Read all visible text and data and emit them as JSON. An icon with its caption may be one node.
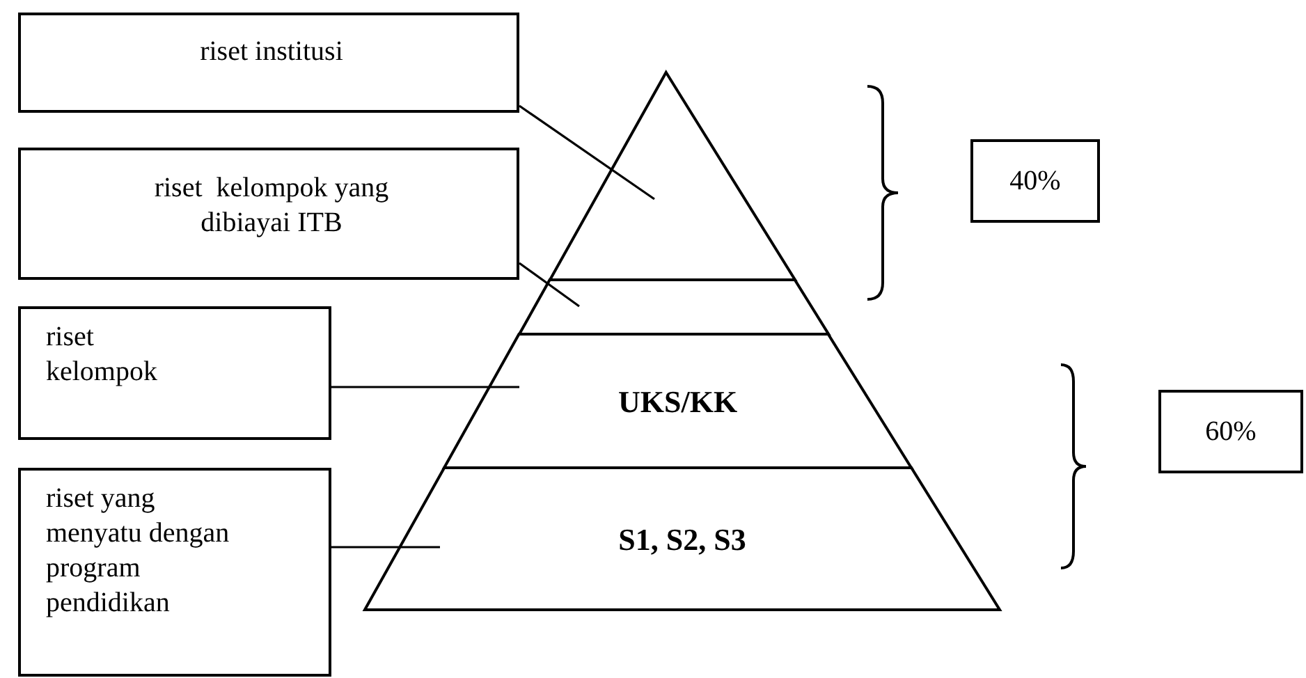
{
  "diagram": {
    "nodes": [
      {
        "text": [
          "riset institusi"
        ]
      },
      {
        "text": [
          "riset  kelompok yang dibiayai ITB"
        ]
      },
      {
        "text": [
          "riset kelompok"
        ]
      },
      {
        "text": [
          "riset yang menyatu dengan program pendidikan"
        ]
      },
      {
        "text": [],
        "shape": "triangle"
      },
      {
        "text": [],
        "shape": "band"
      },
      {
        "text": [
          "UKS/KK"
        ]
      },
      {
        "text": [
          "S1, S2, S3"
        ]
      },
      {
        "text": [
          "40%"
        ]
      },
      {
        "text": [
          "60%"
        ]
      }
    ],
    "edges": [
      {
        "from": 0,
        "to": 4,
        "arrow": "none"
      },
      {
        "from": 1,
        "to": 5,
        "arrow": "none"
      },
      {
        "from": 2,
        "to": 6,
        "arrow": "none"
      },
      {
        "from": 3,
        "to": 7,
        "arrow": "none"
      }
    ]
  }
}
